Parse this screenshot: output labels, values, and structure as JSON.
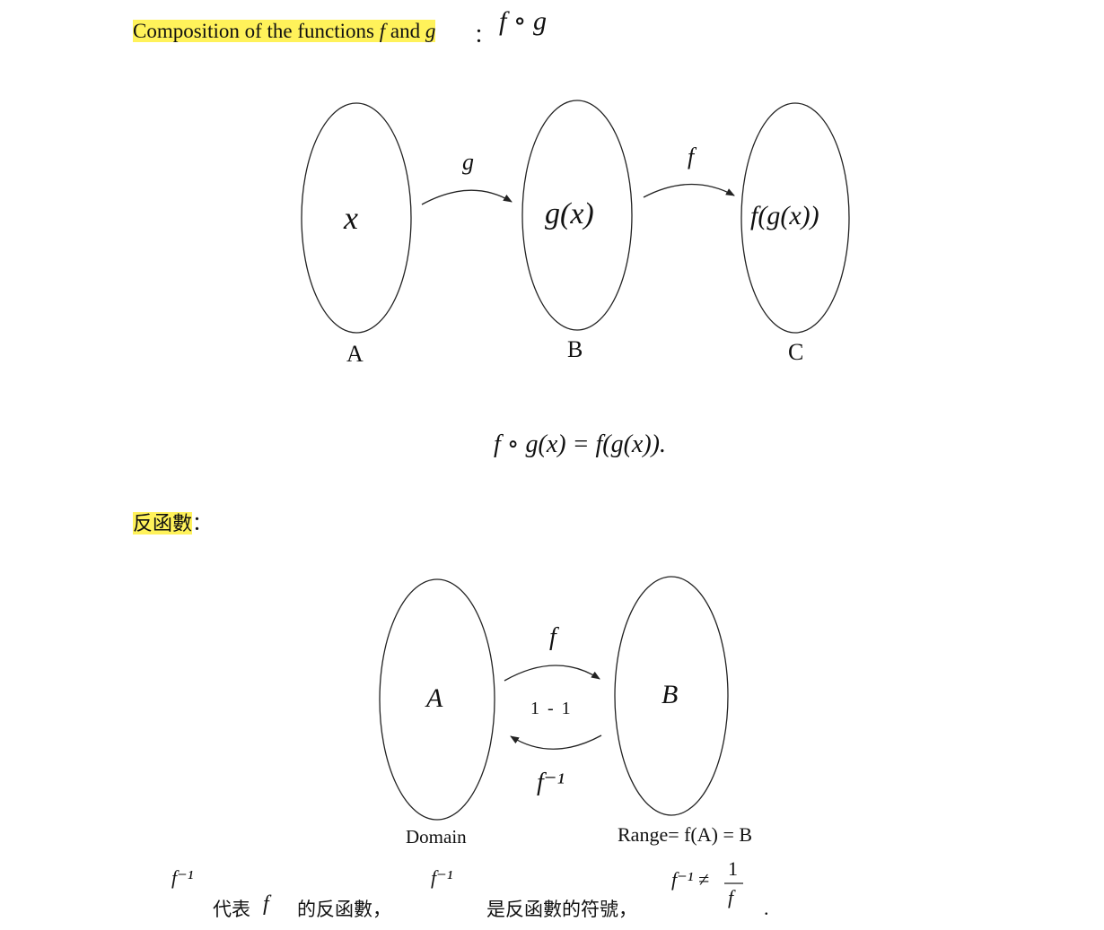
{
  "section1": {
    "heading_prefix": "Composition of the functions",
    "heading_f": "f",
    "heading_and": "and",
    "heading_g": "g",
    "colon": "：",
    "notation": "f ∘ g",
    "diagram": {
      "set_a_content": "x",
      "set_b_content": "g(x)",
      "set_c_content": "f(g(x))",
      "set_a_label": "A",
      "set_b_label": "B",
      "set_c_label": "C",
      "arrow_ab_label": "g",
      "arrow_bc_label": "f"
    },
    "formula": "f ∘ g(x) = f(g(x))."
  },
  "section2": {
    "heading": "反函數",
    "colon": "：",
    "diagram": {
      "set_a_content": "A",
      "set_b_content": "B",
      "forward_label": "f",
      "mapping_type": "1 - 1",
      "inverse_label": "f⁻¹",
      "domain_label": "Domain",
      "range_label": "Range= f(A) = B"
    },
    "footnote": {
      "symbol_1": "f⁻¹",
      "text_1": "代表",
      "f": "f",
      "text_2": "的反函數，",
      "symbol_2": "f⁻¹",
      "text_3": "是反函數的符號，",
      "inequality_left": "f⁻¹ ≠",
      "fraction_num": "1",
      "fraction_den": "f",
      "period": "."
    }
  }
}
